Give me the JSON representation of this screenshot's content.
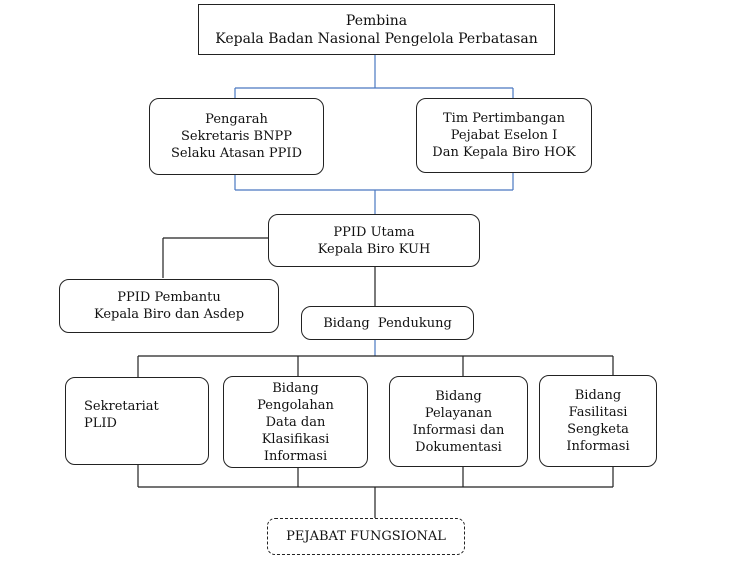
{
  "pembina": {
    "line1": "Pembina",
    "line2": "Kepala Badan Nasional Pengelola Perbatasan"
  },
  "pengarah": {
    "line1": "Pengarah",
    "line2": "Sekretaris BNPP",
    "line3": "Selaku Atasan PPID"
  },
  "tim_pertimbangan": {
    "line1": "Tim Pertimbangan",
    "line2": "Pejabat Eselon I",
    "line3": "Dan Kepala Biro HOK"
  },
  "ppid_utama": {
    "line1": "PPID Utama",
    "line2": "Kepala Biro KUH"
  },
  "ppid_pembantu": {
    "line1": "PPID Pembantu",
    "line2": "Kepala Biro dan Asdep"
  },
  "bidang_pendukung": {
    "label": "Bidang  Pendukung"
  },
  "sekretariat": {
    "line1": "Sekretariat",
    "line2": "PLID"
  },
  "bidang_pengolahan": {
    "line1": "Bidang",
    "line2": "Pengolahan",
    "line3": "Data dan",
    "line4": "Klasifikasi",
    "line5": "Informasi"
  },
  "bidang_pelayanan": {
    "line1": "Bidang",
    "line2": "Pelayanan",
    "line3": "Informasi dan",
    "line4": "Dokumentasi"
  },
  "bidang_fasilitasi": {
    "line1": "Bidang",
    "line2": "Fasilitasi",
    "line3": "Sengketa",
    "line4": "Informasi"
  },
  "pejabat_fungsional": {
    "label": "PEJABAT FUNGSIONAL"
  },
  "colors": {
    "line_blue": "#4a78c0",
    "line_dark": "#222222"
  }
}
